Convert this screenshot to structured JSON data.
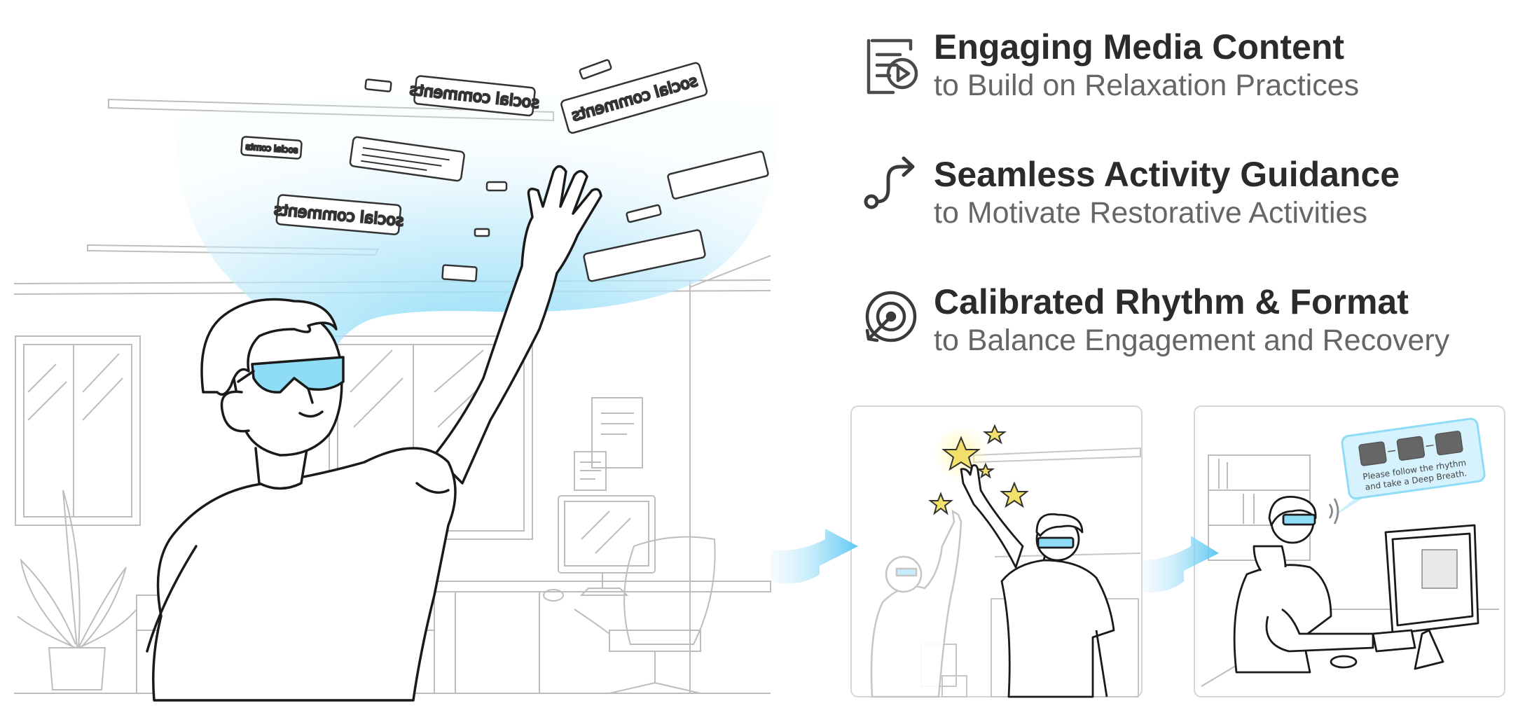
{
  "features": [
    {
      "icon": "media-play-icon",
      "title": "Engaging Media Content",
      "subtitle": "to Build on Relaxation Practices"
    },
    {
      "icon": "path-route-icon",
      "title": "Seamless Activity Guidance",
      "subtitle": "to Motivate Restorative Activities"
    },
    {
      "icon": "target-icon",
      "title": "Calibrated Rhythm & Format",
      "subtitle": "to Balance Engagement and Recovery"
    }
  ],
  "bubbles": {
    "social_comments": "social comments",
    "social_comts": "social comts"
  },
  "panel3": {
    "prompt_line1": "Please follow the rhythm",
    "prompt_line2": "and take a Deep Breath."
  },
  "colors": {
    "glow": "#8fdcf7",
    "ink": "#1a1a1a",
    "sketch": "#b8b8b8",
    "star": "#f3e06a",
    "lens": "#8fdcf7"
  }
}
